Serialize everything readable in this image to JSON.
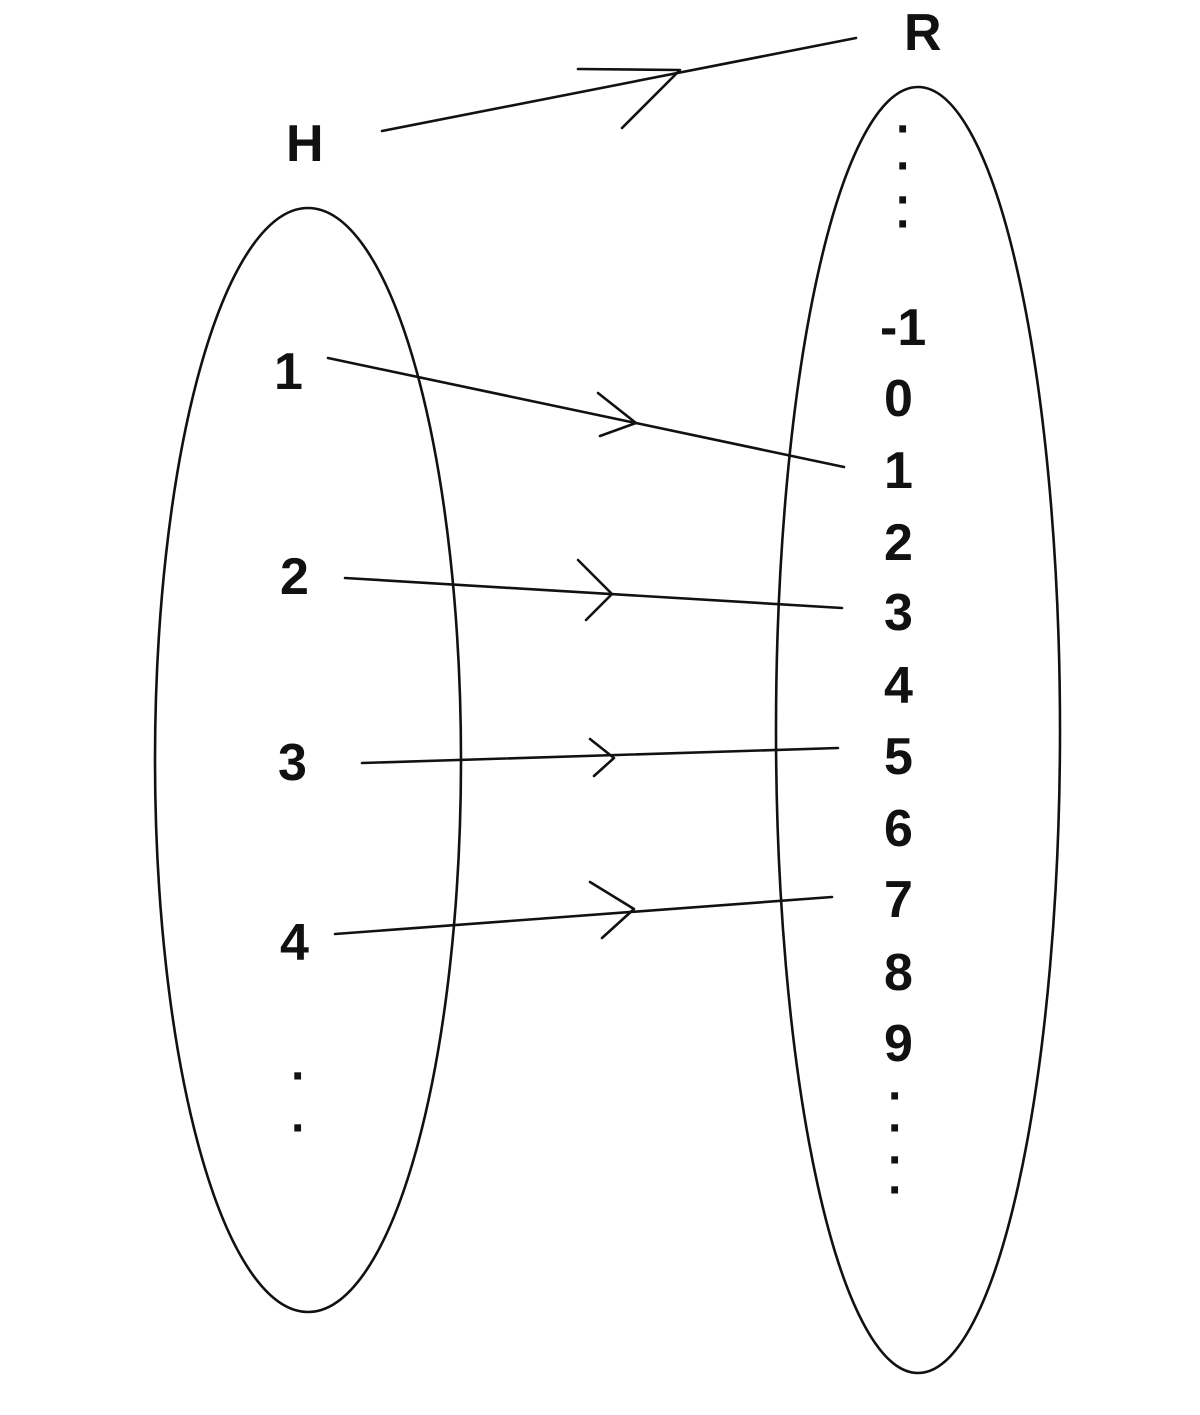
{
  "domain_set_label": "H",
  "codomain_set_label": "R",
  "domain_elements": [
    "1",
    "2",
    "3",
    "4"
  ],
  "domain_continuation": [
    "·",
    "·"
  ],
  "codomain_top_continuation": [
    "·",
    "·"
  ],
  "codomain_elements": [
    "-1",
    "0",
    "1",
    "2",
    "3",
    "4",
    "5",
    "6",
    "7",
    "8",
    "9"
  ],
  "codomain_bottom_continuation": [
    "·",
    "·"
  ],
  "mapping": [
    {
      "from": "1",
      "to": "1"
    },
    {
      "from": "2",
      "to": "3"
    },
    {
      "from": "3",
      "to": "5"
    },
    {
      "from": "4",
      "to": "7"
    }
  ],
  "colors": {
    "ink": "#111111",
    "background": "#ffffff"
  }
}
